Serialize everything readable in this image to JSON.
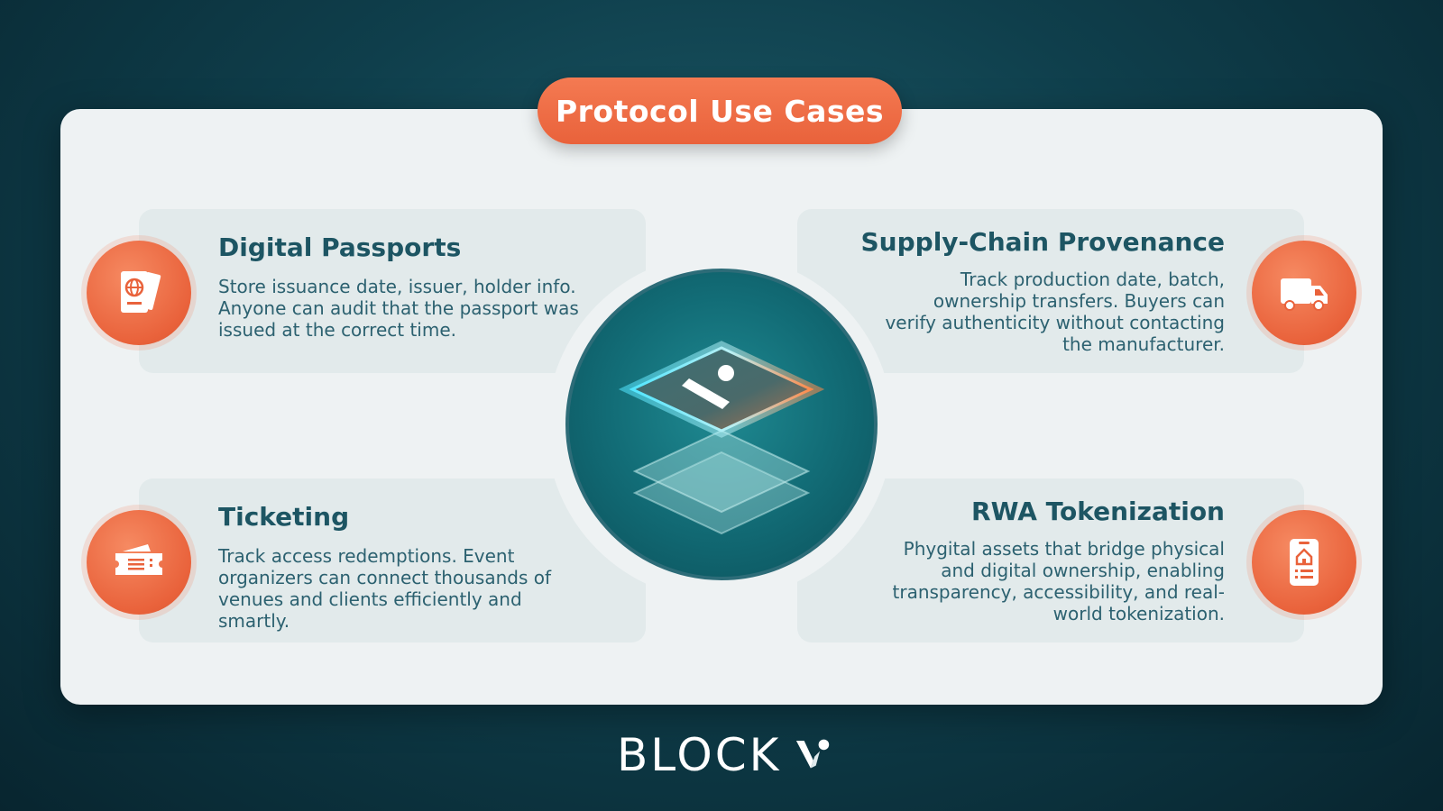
{
  "header": {
    "title": "Protocol Use Cases"
  },
  "cards": [
    {
      "title": "Digital Passports",
      "text": "Store issuance date, issuer, holder info. Anyone can audit that the passport was issued at the correct time.",
      "icon": "passport-icon"
    },
    {
      "title": "Supply-Chain Provenance",
      "text": "Track production date, batch, ownership transfers. Buyers can verify authenticity without contacting the manufacturer.",
      "icon": "truck-icon"
    },
    {
      "title": "Ticketing",
      "text": "Track access redemptions. Event organizers can connect thousands of venues and clients efficiently and smartly.",
      "icon": "ticket-icon"
    },
    {
      "title": "RWA Tokenization",
      "text": "Phygital assets that bridge physical and digital ownership, enabling transparency, accessibility, and real-world tokenization.",
      "icon": "property-document-icon"
    }
  ],
  "center": {
    "icon": "layered-logo-icon"
  },
  "footer": {
    "brand": "BLOCK"
  },
  "colors": {
    "accent": "#ee6a42",
    "heading": "#1d5563",
    "body_text": "#2c6170",
    "background": "#0f3f4c",
    "panel": "#eef2f3"
  }
}
